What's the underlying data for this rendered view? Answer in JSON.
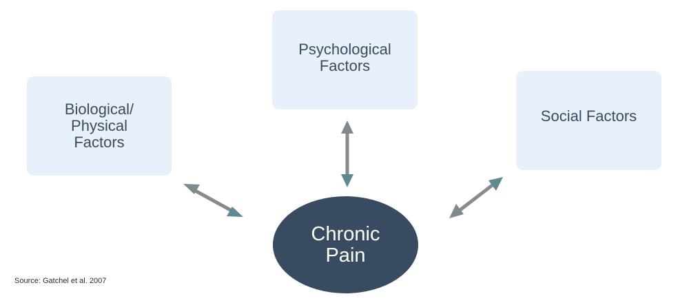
{
  "factors": {
    "biological": {
      "lines": [
        "Biological/",
        "Physical",
        "Factors"
      ]
    },
    "psychological": {
      "lines": [
        "Psychological",
        "Factors"
      ]
    },
    "social": {
      "lines": [
        "Social Factors"
      ]
    }
  },
  "center": {
    "lines": [
      "Chronic",
      "Pain"
    ]
  },
  "source": "Source: Gatchel et al. 2007",
  "colors": {
    "box_fill": "#e8f0fb",
    "box_text": "#3b4b5e",
    "center_fill": "#384b61",
    "arrow_shaft": "#858b8f",
    "arrow_head": "#5f8a91"
  }
}
